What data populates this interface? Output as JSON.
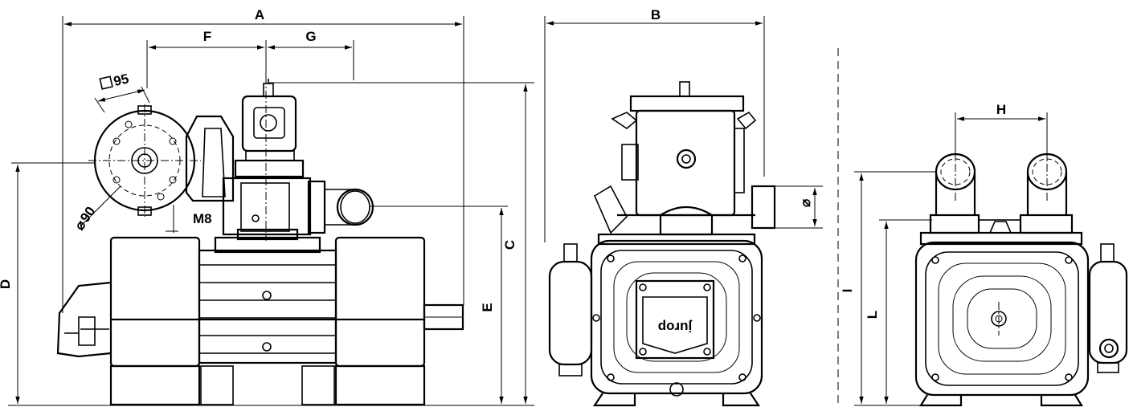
{
  "dimensions": {
    "A": "A",
    "B": "B",
    "C": "C",
    "D": "D",
    "E": "E",
    "F": "F",
    "G": "G",
    "H": "H",
    "I": "I",
    "L": "L",
    "square_size": "95",
    "bolt_circle": "90",
    "thread": "M8",
    "pipe_diameter_symbol": "⌀"
  },
  "brand": "jurop"
}
